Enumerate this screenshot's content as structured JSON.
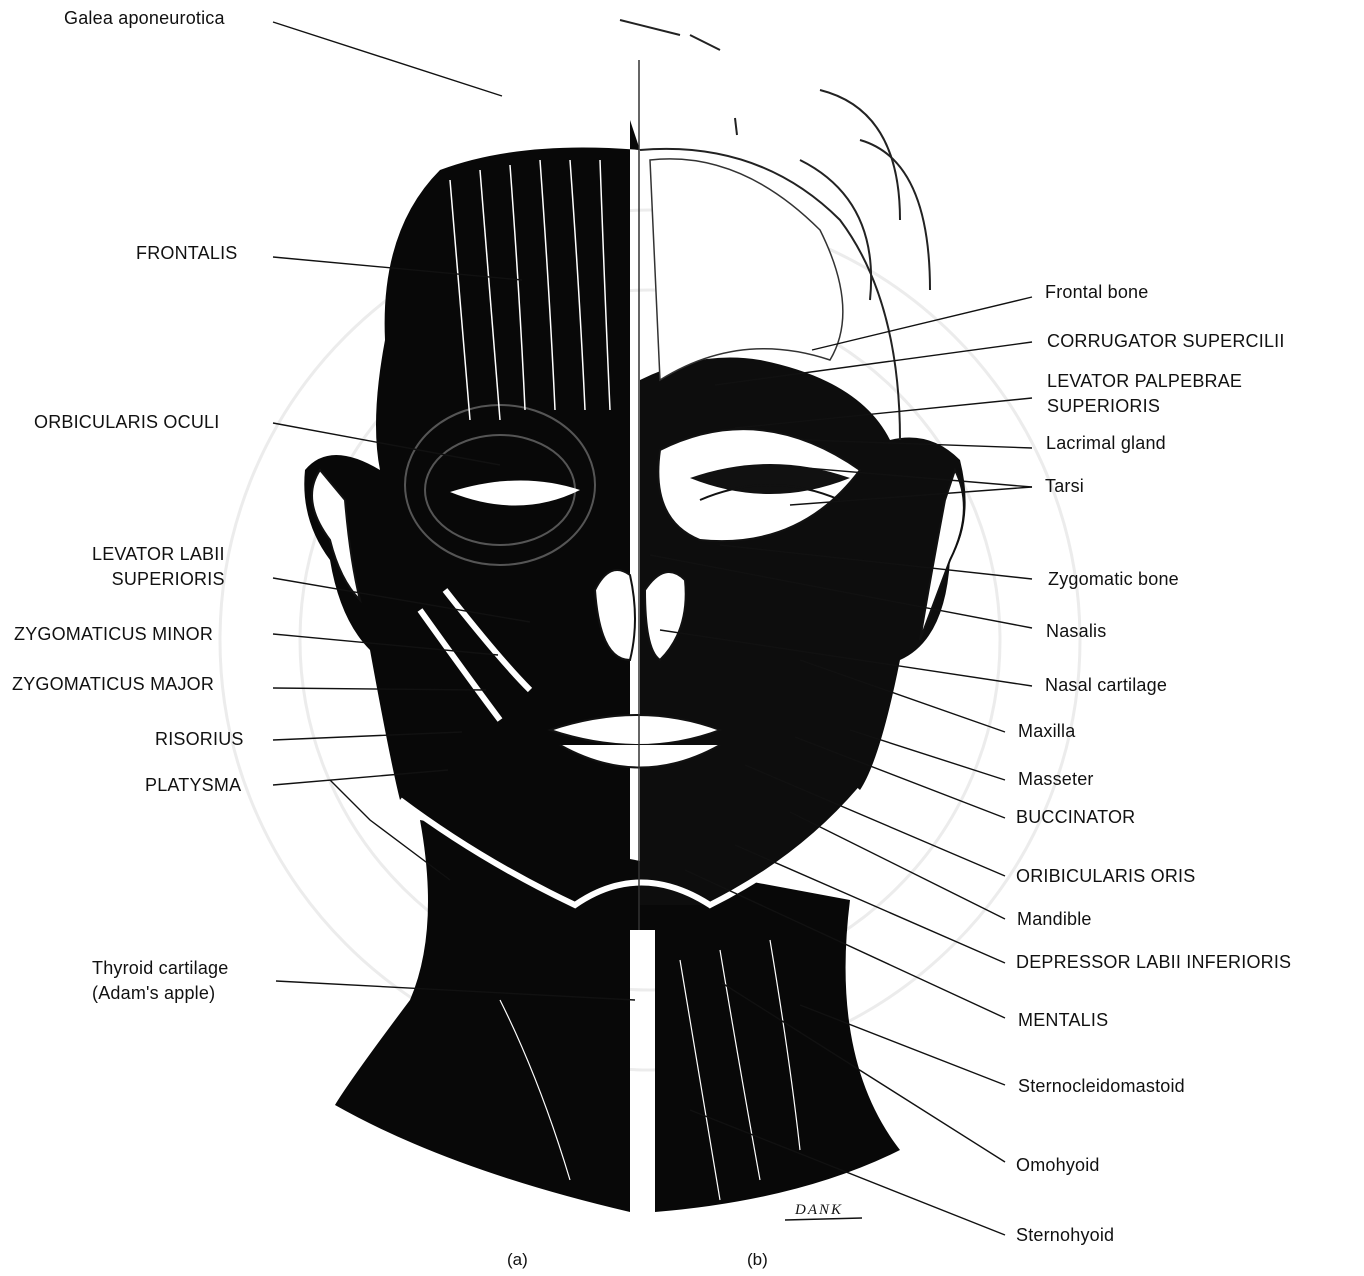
{
  "left_labels": [
    {
      "id": "galea",
      "text": "Galea aponeurotica"
    },
    {
      "id": "frontalis",
      "text": "FRONTALIS"
    },
    {
      "id": "orbicularis-oculi",
      "text": "ORBICULARIS OCULI"
    },
    {
      "id": "levator-labii",
      "text": "LEVATOR LABII\nSUPERIORIS"
    },
    {
      "id": "zygomaticus-minor",
      "text": "ZYGOMATICUS MINOR"
    },
    {
      "id": "zygomaticus-major",
      "text": "ZYGOMATICUS MAJOR"
    },
    {
      "id": "risorius",
      "text": "RISORIUS"
    },
    {
      "id": "platysma",
      "text": "PLATYSMA"
    },
    {
      "id": "thyroid",
      "text": "Thyroid cartilage\n(Adam's apple)"
    }
  ],
  "right_labels": [
    {
      "id": "frontal-bone",
      "text": "Frontal bone"
    },
    {
      "id": "corrugator",
      "text": "CORRUGATOR SUPERCILII"
    },
    {
      "id": "levator-palpebrae",
      "text": "LEVATOR PALPEBRAE\nSUPERIORIS"
    },
    {
      "id": "lacrimal",
      "text": "Lacrimal gland"
    },
    {
      "id": "tarsi",
      "text": "Tarsi"
    },
    {
      "id": "zygomatic-bone",
      "text": "Zygomatic bone"
    },
    {
      "id": "nasalis",
      "text": "Nasalis"
    },
    {
      "id": "nasal-cartilage",
      "text": "Nasal cartilage"
    },
    {
      "id": "maxilla",
      "text": "Maxilla"
    },
    {
      "id": "masseter",
      "text": "Masseter"
    },
    {
      "id": "buccinator",
      "text": "BUCCINATOR"
    },
    {
      "id": "oribicularis-oris",
      "text": "ORIBICULARIS ORIS"
    },
    {
      "id": "mandible",
      "text": "Mandible"
    },
    {
      "id": "depressor",
      "text": "DEPRESSOR LABII INFERIORIS"
    },
    {
      "id": "mentalis",
      "text": "MENTALIS"
    },
    {
      "id": "sternocleidomastoid",
      "text": "Sternocleidomastoid"
    },
    {
      "id": "omohyoid",
      "text": "Omohyoid"
    },
    {
      "id": "sternohyoid",
      "text": "Sternohyoid"
    }
  ],
  "captions": {
    "a": "(a)",
    "b": "(b)"
  },
  "signature": "DANK"
}
